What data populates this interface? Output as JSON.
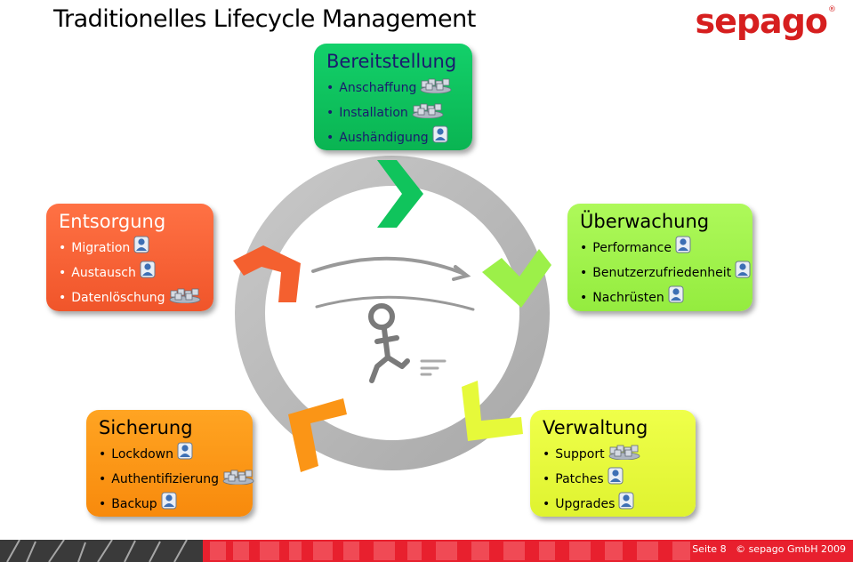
{
  "title": "Traditionelles Lifecycle Management",
  "logo": "sepago",
  "logo_mark": "®",
  "boxes": {
    "bereitstellung": {
      "title": "Bereitstellung",
      "items": [
        {
          "label": "Anschaffung",
          "icon": "servers-icon"
        },
        {
          "label": "Installation",
          "icon": "servers-icon"
        },
        {
          "label": "Aushändigung",
          "icon": "person-icon"
        }
      ]
    },
    "entsorgung": {
      "title": "Entsorgung",
      "items": [
        {
          "label": "Migration",
          "icon": "person-icon"
        },
        {
          "label": "Austausch",
          "icon": "person-icon"
        },
        {
          "label": "Datenlöschung",
          "icon": "servers-icon"
        }
      ]
    },
    "ueberwachung": {
      "title": "Überwachung",
      "items": [
        {
          "label": "Performance",
          "icon": "person-icon"
        },
        {
          "label": "Benutzerzufriedenheit",
          "icon": "person-icon"
        },
        {
          "label": "Nachrüsten",
          "icon": "person-icon"
        }
      ]
    },
    "sicherung": {
      "title": "Sicherung",
      "items": [
        {
          "label": "Lockdown",
          "icon": "person-icon"
        },
        {
          "label": "Authentifizierung",
          "icon": "servers-icon"
        },
        {
          "label": "Backup",
          "icon": "person-icon"
        }
      ]
    },
    "verwaltung": {
      "title": "Verwaltung",
      "items": [
        {
          "label": "Support",
          "icon": "servers-icon"
        },
        {
          "label": "Patches",
          "icon": "person-icon"
        },
        {
          "label": "Upgrades",
          "icon": "person-icon"
        }
      ]
    }
  },
  "footer": {
    "page": "Seite 8",
    "copyright": "© sepago GmbH 2009"
  },
  "colors": {
    "bereitstellung": "#0ec25e",
    "entsorgung": "#f4602f",
    "ueberwachung": "#a0f24b",
    "sicherung": "#fb9516",
    "verwaltung": "#e6f83a",
    "ring": "#b9b9b9",
    "footer_red": "#e8202e",
    "logo": "#d61f1f"
  }
}
